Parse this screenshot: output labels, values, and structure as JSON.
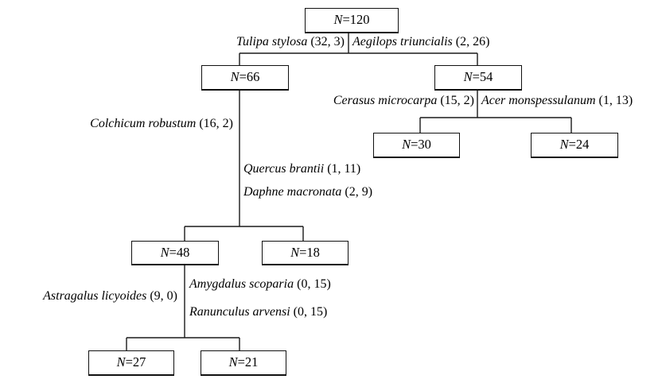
{
  "diagram": {
    "type": "classification-tree"
  },
  "nodes": {
    "n120": {
      "var": "N",
      "value": "=120"
    },
    "n66": {
      "var": "N",
      "value": "=66"
    },
    "n54": {
      "var": "N",
      "value": "=54"
    },
    "n30": {
      "var": "N",
      "value": "=30"
    },
    "n24": {
      "var": "N",
      "value": "=24"
    },
    "n48": {
      "var": "N",
      "value": "=48"
    },
    "n18": {
      "var": "N",
      "value": "=18"
    },
    "n27": {
      "var": "N",
      "value": "=27"
    },
    "n21": {
      "var": "N",
      "value": "=21"
    }
  },
  "splits": [
    {
      "parent": "N=120",
      "left": [
        {
          "species": "Tulipa stylosa",
          "counts": "(32, 3)"
        }
      ],
      "right": [
        {
          "species": "Aegilops triuncialis",
          "counts": "(2, 26)"
        }
      ]
    },
    {
      "parent": "N=54",
      "left": [
        {
          "species": "Cerasus microcarpa",
          "counts": "(15, 2)"
        }
      ],
      "right": [
        {
          "species": "Acer monspessulanum",
          "counts": "(1, 13)"
        }
      ]
    },
    {
      "parent": "N=66",
      "left": [
        {
          "species": "Colchicum robustum",
          "counts": "(16, 2)"
        }
      ],
      "right": [
        {
          "species": "Quercus brantii",
          "counts": "(1, 11)"
        },
        {
          "species": "Daphne macronata",
          "counts": "(2, 9)"
        }
      ]
    },
    {
      "parent": "N=48",
      "left": [
        {
          "species": "Astragalus licyoides",
          "counts": "(9, 0)"
        }
      ],
      "right": [
        {
          "species": "Amygdalus scoparia",
          "counts": "(0, 15)"
        },
        {
          "species": "Ranunculus arvensi",
          "counts": "(0, 15)"
        }
      ]
    }
  ]
}
